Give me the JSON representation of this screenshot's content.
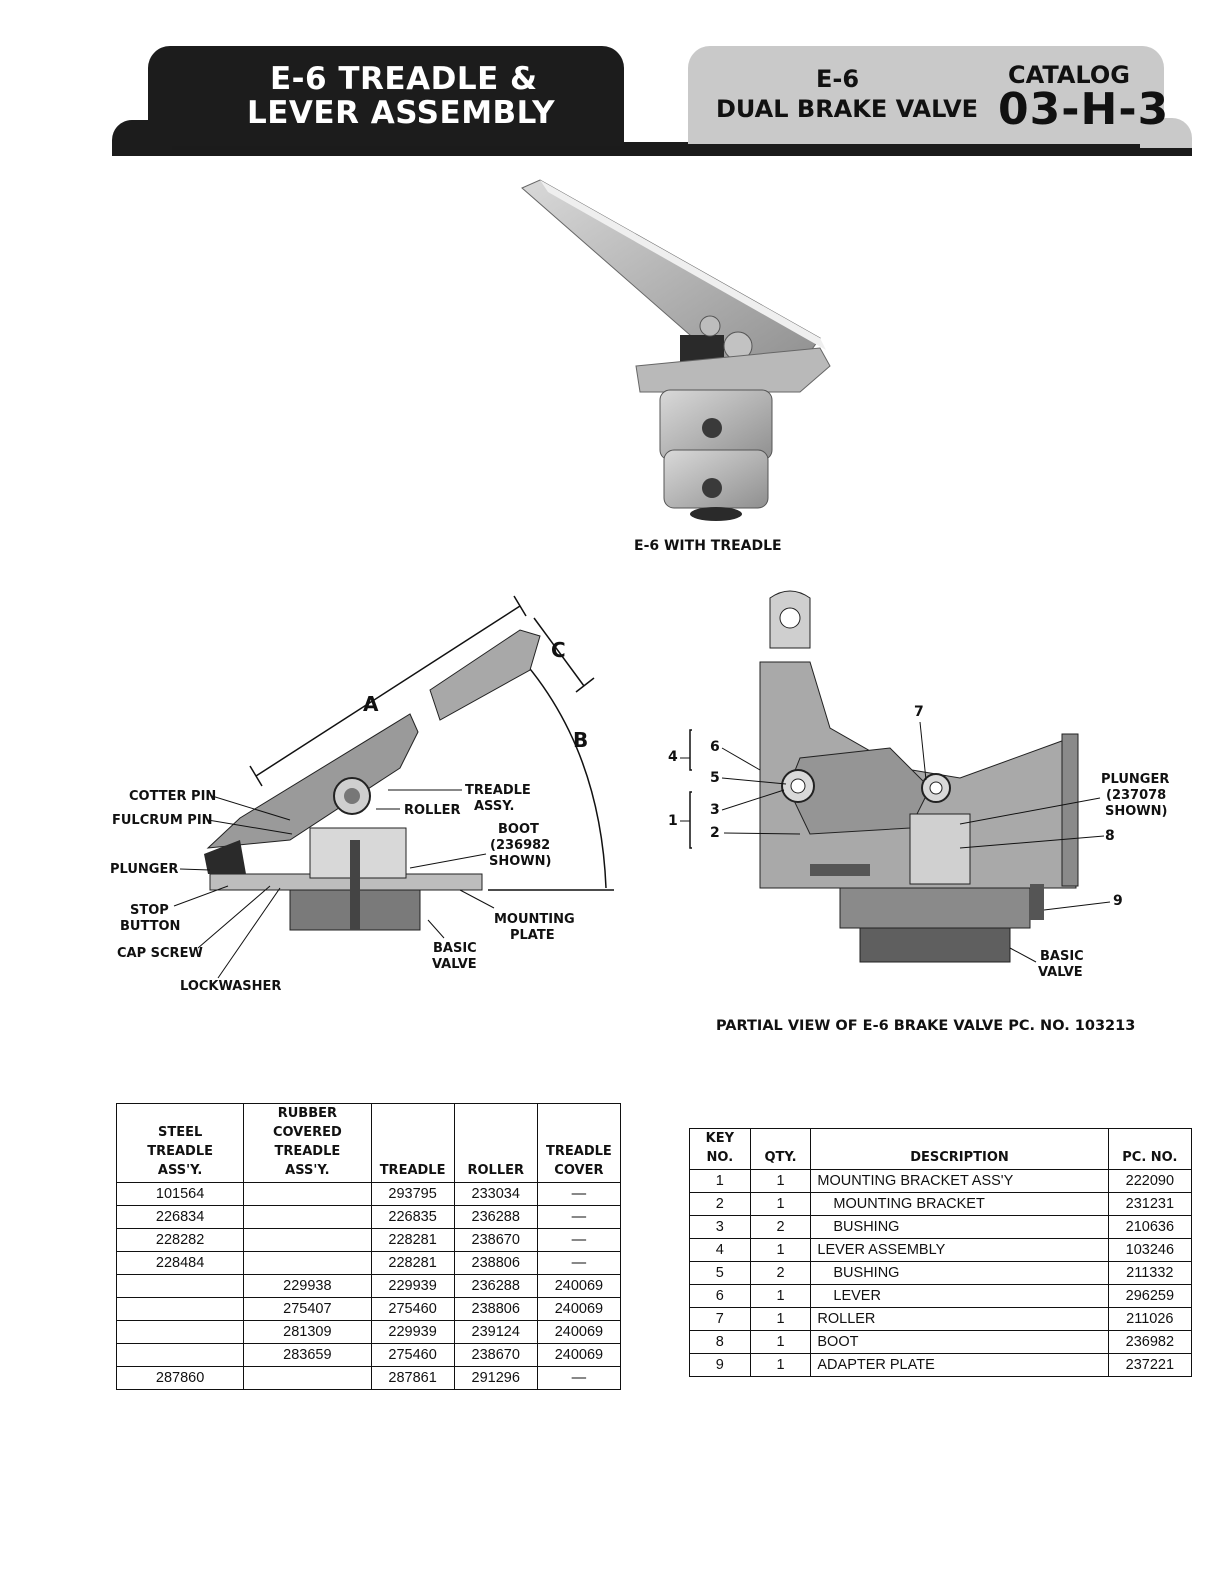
{
  "header": {
    "title_line1": "E-6 TREADLE &",
    "title_line2": "LEVER ASSEMBLY",
    "product_line1": "E-6",
    "product_line2": "DUAL BRAKE VALVE",
    "catalog_label": "CATALOG",
    "catalog_number": "03-H-3"
  },
  "photo": {
    "caption": "E-6 WITH TREADLE"
  },
  "treadle_diagram": {
    "dimensions": [
      "A",
      "B",
      "C"
    ],
    "labels": {
      "cotter_pin": "COTTER PIN",
      "fulcrum_pin": "FULCRUM PIN",
      "plunger": "PLUNGER",
      "stop_button_1": "STOP",
      "stop_button_2": "BUTTON",
      "cap_screw": "CAP SCREW",
      "lockwasher": "LOCKWASHER",
      "treadle_assy_1": "TREADLE",
      "treadle_assy_2": "ASSY.",
      "roller": "ROLLER",
      "boot_1": "BOOT",
      "boot_2": "(236982",
      "boot_3": "SHOWN)",
      "mounting_plate_1": "MOUNTING",
      "mounting_plate_2": "PLATE",
      "basic_valve_1": "BASIC",
      "basic_valve_2": "VALVE"
    }
  },
  "partial_view": {
    "caption": "PARTIAL VIEW OF E-6 BRAKE VALVE PC. NO. 103213",
    "keys": [
      "1",
      "2",
      "3",
      "4",
      "5",
      "6",
      "7",
      "8",
      "9"
    ],
    "labels": {
      "plunger_1": "PLUNGER",
      "plunger_2": "(237078",
      "plunger_3": "SHOWN)",
      "basic_valve_1": "BASIC",
      "basic_valve_2": "VALVE"
    }
  },
  "treadle_table": {
    "headers": [
      [
        "STEEL TREADLE",
        "ASS'Y."
      ],
      [
        "RUBBER",
        "COVERED",
        "TREADLE ASS'Y."
      ],
      [
        "TREADLE"
      ],
      [
        "ROLLER"
      ],
      [
        "TREADLE",
        "COVER"
      ]
    ],
    "rows": [
      [
        "101564",
        "",
        "293795",
        "233034",
        "—"
      ],
      [
        "226834",
        "",
        "226835",
        "236288",
        "—"
      ],
      [
        "228282",
        "",
        "228281",
        "238670",
        "—"
      ],
      [
        "228484",
        "",
        "228281",
        "238806",
        "—"
      ],
      [
        "",
        "229938",
        "229939",
        "236288",
        "240069"
      ],
      [
        "",
        "275407",
        "275460",
        "238806",
        "240069"
      ],
      [
        "",
        "281309",
        "229939",
        "239124",
        "240069"
      ],
      [
        "",
        "283659",
        "275460",
        "238670",
        "240069"
      ],
      [
        "287860",
        "",
        "287861",
        "291296",
        "—"
      ]
    ]
  },
  "parts_table": {
    "headers": {
      "key_1": "KEY",
      "key_2": "NO.",
      "qty": "QTY.",
      "description": "DESCRIPTION",
      "pc_no": "PC. NO."
    },
    "rows": [
      {
        "key": "1",
        "qty": "1",
        "description": "MOUNTING BRACKET ASS'Y",
        "indent": false,
        "pc": "222090"
      },
      {
        "key": "2",
        "qty": "1",
        "description": "MOUNTING BRACKET",
        "indent": true,
        "pc": "231231"
      },
      {
        "key": "3",
        "qty": "2",
        "description": "BUSHING",
        "indent": true,
        "pc": "210636"
      },
      {
        "key": "4",
        "qty": "1",
        "description": "LEVER ASSEMBLY",
        "indent": false,
        "pc": "103246"
      },
      {
        "key": "5",
        "qty": "2",
        "description": "BUSHING",
        "indent": true,
        "pc": "211332"
      },
      {
        "key": "6",
        "qty": "1",
        "description": "LEVER",
        "indent": true,
        "pc": "296259"
      },
      {
        "key": "7",
        "qty": "1",
        "description": "ROLLER",
        "indent": false,
        "pc": "211026"
      },
      {
        "key": "8",
        "qty": "1",
        "description": "BOOT",
        "indent": false,
        "pc": "236982"
      },
      {
        "key": "9",
        "qty": "1",
        "description": "ADAPTER PLATE",
        "indent": false,
        "pc": "237221"
      }
    ]
  }
}
